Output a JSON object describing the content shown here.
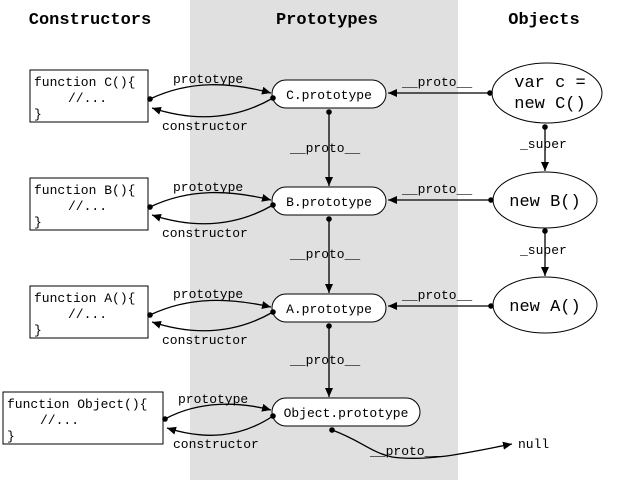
{
  "headers": {
    "constructors": "Constructors",
    "prototypes": "Prototypes",
    "objects": "Objects"
  },
  "constructors": [
    {
      "line1": "function C(){",
      "line2": "//...",
      "line3": "}"
    },
    {
      "line1": "function B(){",
      "line2": "//...",
      "line3": "}"
    },
    {
      "line1": "function A(){",
      "line2": "//...",
      "line3": "}"
    },
    {
      "line1": "function Object(){",
      "line2": "//...",
      "line3": "}"
    }
  ],
  "prototypes": [
    {
      "label": "C.prototype"
    },
    {
      "label": "B.prototype"
    },
    {
      "label": "A.prototype"
    },
    {
      "label": "Object.prototype"
    }
  ],
  "objects": [
    {
      "line1": "var c =",
      "line2": "new C()"
    },
    {
      "line1": "new B()"
    },
    {
      "line1": "new A()"
    }
  ],
  "edge_labels": {
    "prototype": "prototype",
    "constructor": "constructor",
    "proto": "__proto__",
    "super": "_super"
  },
  "null_label": "null",
  "colors": {
    "prototypes_band": "#e0e0e0",
    "stroke": "#000000",
    "background": "#ffffff"
  }
}
